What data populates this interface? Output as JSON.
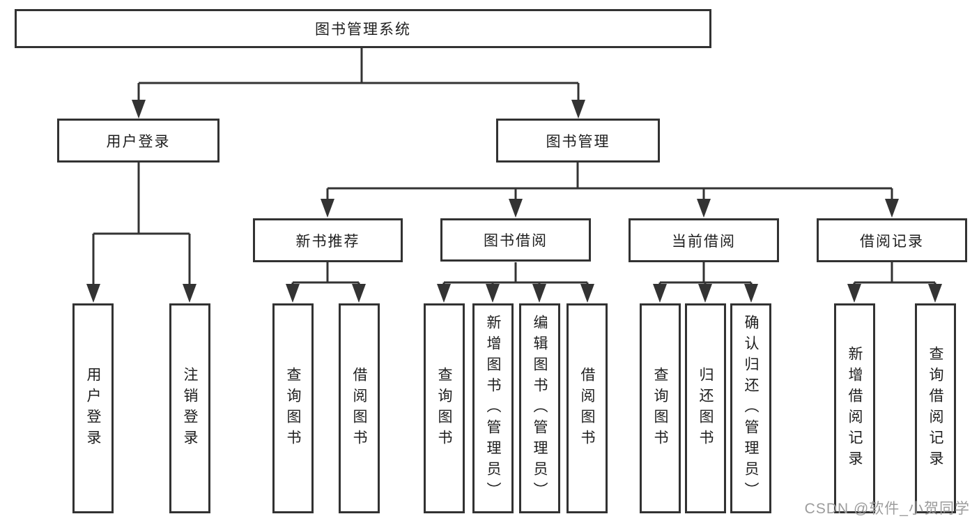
{
  "colors": {
    "line": "#333333",
    "box_border": "#323232",
    "text": "#1e1e1e",
    "watermark": "#9c9c9c",
    "background": "#ffffff"
  },
  "tree": {
    "root": {
      "label": "图书管理系统"
    },
    "branches": [
      {
        "label": "用户登录",
        "leaves": [
          {
            "label": "用户登录"
          },
          {
            "label": "注销登录"
          }
        ]
      },
      {
        "label": "图书管理",
        "groups": [
          {
            "label": "新书推荐",
            "leaves": [
              {
                "label": "查询图书"
              },
              {
                "label": "借阅图书"
              }
            ]
          },
          {
            "label": "图书借阅",
            "leaves": [
              {
                "label": "查询图书"
              },
              {
                "label": "新增图书（管理员）"
              },
              {
                "label": "编辑图书（管理员）"
              },
              {
                "label": "借阅图书"
              }
            ]
          },
          {
            "label": "当前借阅",
            "leaves": [
              {
                "label": "查询图书"
              },
              {
                "label": "归还图书"
              },
              {
                "label": "确认归还（管理员）"
              }
            ]
          },
          {
            "label": "借阅记录",
            "leaves": [
              {
                "label": "新增借阅记录"
              },
              {
                "label": "查询借阅记录"
              }
            ]
          }
        ]
      }
    ]
  },
  "watermark": {
    "text": "CSDN @软件_小贺同学"
  }
}
